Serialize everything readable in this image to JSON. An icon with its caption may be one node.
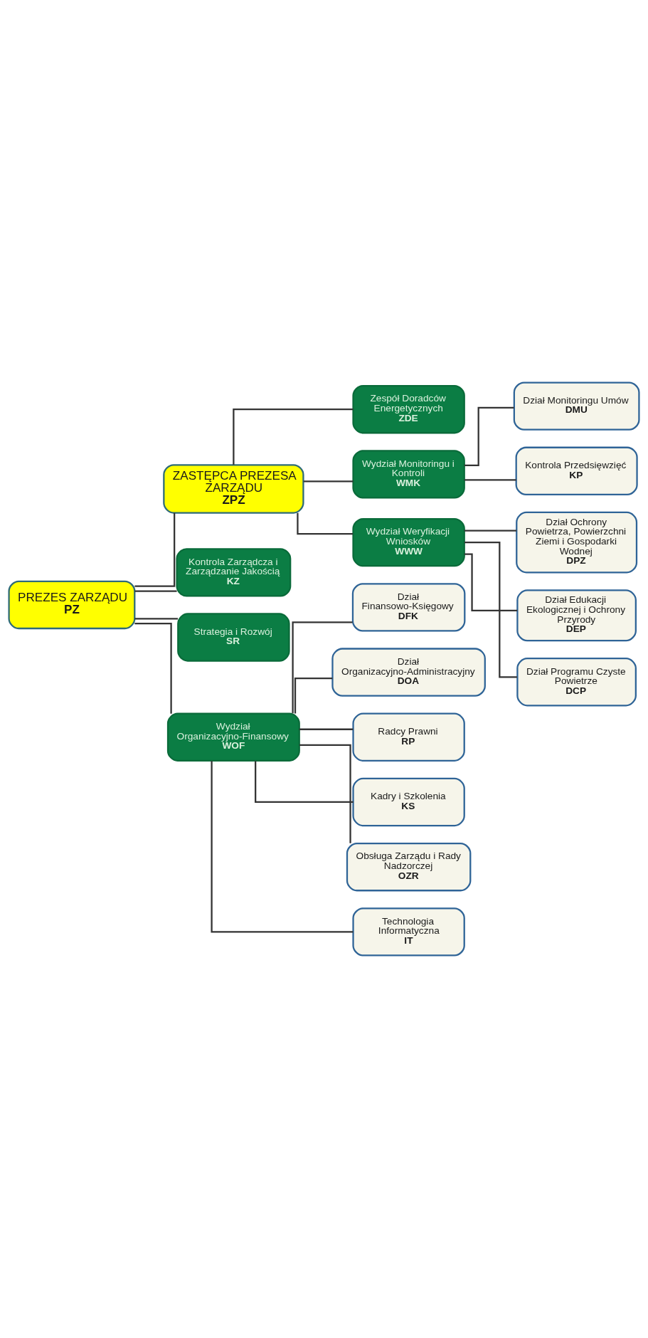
{
  "diagram": {
    "nodes": [
      {
        "text": [
          "PREZES ZARZĄDU",
          "PZ"
        ]
      },
      {
        "text": [
          "ZASTĘPCA PREZESA ZARZĄDU",
          "ZPZ"
        ]
      },
      {
        "text": [
          "Zespół Doradców Energetycznych",
          "ZDE"
        ]
      },
      {
        "text": [
          "Wydział Monitoringu i Kontroli",
          "WMK"
        ]
      },
      {
        "text": [
          "Wydział Weryfikacji Wniosków",
          "WWW"
        ]
      },
      {
        "text": [
          "Kontrola Zarządcza i Zarządzanie Jakością",
          "KZ"
        ]
      },
      {
        "text": [
          "Strategia i Rozwój",
          "SR"
        ]
      },
      {
        "text": [
          "Wydział Organizacyjno-Finansowy",
          "WOF"
        ]
      },
      {
        "text": [
          "Dział Monitoringu Umów",
          "DMU"
        ]
      },
      {
        "text": [
          "Kontrola Przedsięwzięć",
          "KP"
        ]
      },
      {
        "text": [
          "Dział Ochrony Powietrza, Powierzchni Ziemi i Gospodarki Wodnej",
          "DPZ"
        ]
      },
      {
        "text": [
          "Dział Edukacji Ekologicznej i Ochrony Przyrody",
          "DEP"
        ]
      },
      {
        "text": [
          "Dział Programu Czyste Powietrze",
          "DCP"
        ]
      },
      {
        "text": [
          "Dział Finansowo-Księgowy",
          "DFK"
        ]
      },
      {
        "text": [
          "Dział Organizacyjno-Administracyjny",
          "DOA"
        ]
      },
      {
        "text": [
          "Radcy Prawni",
          "RP"
        ]
      },
      {
        "text": [
          "Kadry i Szkolenia",
          "KS"
        ]
      },
      {
        "text": [
          "Obsługa Zarządu i Rady Nadzorczej",
          "OZR"
        ]
      },
      {
        "text": [
          "Technologia Informatyczna",
          "IT"
        ]
      }
    ],
    "edges": [
      {
        "from": 0,
        "to": 1,
        "arrow": "none"
      },
      {
        "from": 0,
        "to": 5,
        "arrow": "none"
      },
      {
        "from": 0,
        "to": 6,
        "arrow": "none"
      },
      {
        "from": 0,
        "to": 7,
        "arrow": "none"
      },
      {
        "from": 1,
        "to": 2,
        "arrow": "none"
      },
      {
        "from": 1,
        "to": 3,
        "arrow": "none"
      },
      {
        "from": 1,
        "to": 4,
        "arrow": "none"
      },
      {
        "from": 3,
        "to": 8,
        "arrow": "none"
      },
      {
        "from": 3,
        "to": 9,
        "arrow": "none"
      },
      {
        "from": 4,
        "to": 10,
        "arrow": "none"
      },
      {
        "from": 4,
        "to": 11,
        "arrow": "none"
      },
      {
        "from": 4,
        "to": 12,
        "arrow": "none"
      },
      {
        "from": 7,
        "to": 13,
        "arrow": "none"
      },
      {
        "from": 7,
        "to": 14,
        "arrow": "none"
      },
      {
        "from": 7,
        "to": 15,
        "arrow": "none"
      },
      {
        "from": 7,
        "to": 16,
        "arrow": "none"
      },
      {
        "from": 7,
        "to": 17,
        "arrow": "none"
      },
      {
        "from": 7,
        "to": 18,
        "arrow": "none"
      }
    ]
  }
}
